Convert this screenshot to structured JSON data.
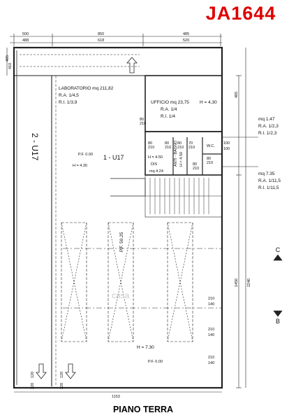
{
  "header": {
    "code": "JA1644"
  },
  "footer": {
    "title": "PIANO TERRA"
  },
  "dimensions": {
    "top_row1": [
      "500",
      "850",
      "485"
    ],
    "top_row2": [
      "488",
      "618",
      "520"
    ],
    "right_col": [
      "485",
      "1450",
      "2240"
    ],
    "bottom": "1153",
    "left_col": [
      "405",
      "410"
    ],
    "door_widths": [
      "80",
      "210",
      "80",
      "210",
      "80",
      "210",
      "70",
      "210",
      "80",
      "210",
      "80",
      "210",
      "80",
      "210"
    ],
    "right_door_heights": [
      "210",
      "140",
      "210",
      "140",
      "210",
      "140"
    ],
    "small_vert": [
      "100",
      "100"
    ],
    "bottom_doors": [
      "120",
      "220",
      "120",
      "220"
    ]
  },
  "rooms": {
    "laboratorio": {
      "name": "LABORATORIO mq 211,82",
      "ra": "R.A. 1/4,5",
      "ri": "R.I. 1/3,9"
    },
    "ufficio": {
      "name": "UFFICIO mq 23,75",
      "h": "H = 4,30",
      "ra": "R.A. 1/4",
      "ri": "R.I. 1/4"
    },
    "wc1": {
      "mq": "mq 1.47",
      "ra": "R.A. 1/2,3",
      "ri": "R.I. 1/2,3"
    },
    "wc2": {
      "mq": "mq 7.35",
      "ra": "R.A. 1/11,5",
      "ri": "R.I. 1/11,5"
    },
    "dis": {
      "h": "H = 4.50",
      "name": "DIS",
      "mq": "mq 4.24"
    },
    "antibagno": {
      "label": "ANTI - BAGNO",
      "h": "H = 4.50"
    },
    "wc_label": "W.C."
  },
  "labels": {
    "unit_2": "2 - U17",
    "unit_1": "1 - U17",
    "pf_small": "P.F. 0.00",
    "h430": "H = 4.30",
    "pf_big": "P.F. 50.25",
    "h730": "H = 7.30",
    "pf_bottom": "P.F. 0.00",
    "section_c": "C",
    "section_b": "B",
    "watermark": "casa"
  }
}
